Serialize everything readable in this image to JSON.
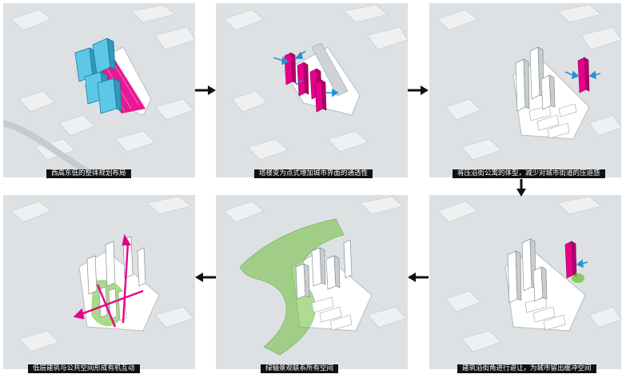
{
  "steps": [
    {
      "caption": "西高东低的整体规划布局"
    },
    {
      "caption": "塔楼变为点式增加城市界面的通透性"
    },
    {
      "caption": "将压沿街公寓的体型，减少对城市街道的压迫感"
    },
    {
      "caption": "低层建筑与公共空间形成有机互动"
    },
    {
      "caption": "绿轴景观联系所有空间"
    },
    {
      "caption": "建筑沿街角进行退让，为城市留出缓冲空间"
    }
  ],
  "colors": {
    "cyan": "#5bc8e8",
    "magenta": "#e6008a",
    "green": "#6fbf3c",
    "arrow": "#111111",
    "base": "#dde1e4"
  }
}
